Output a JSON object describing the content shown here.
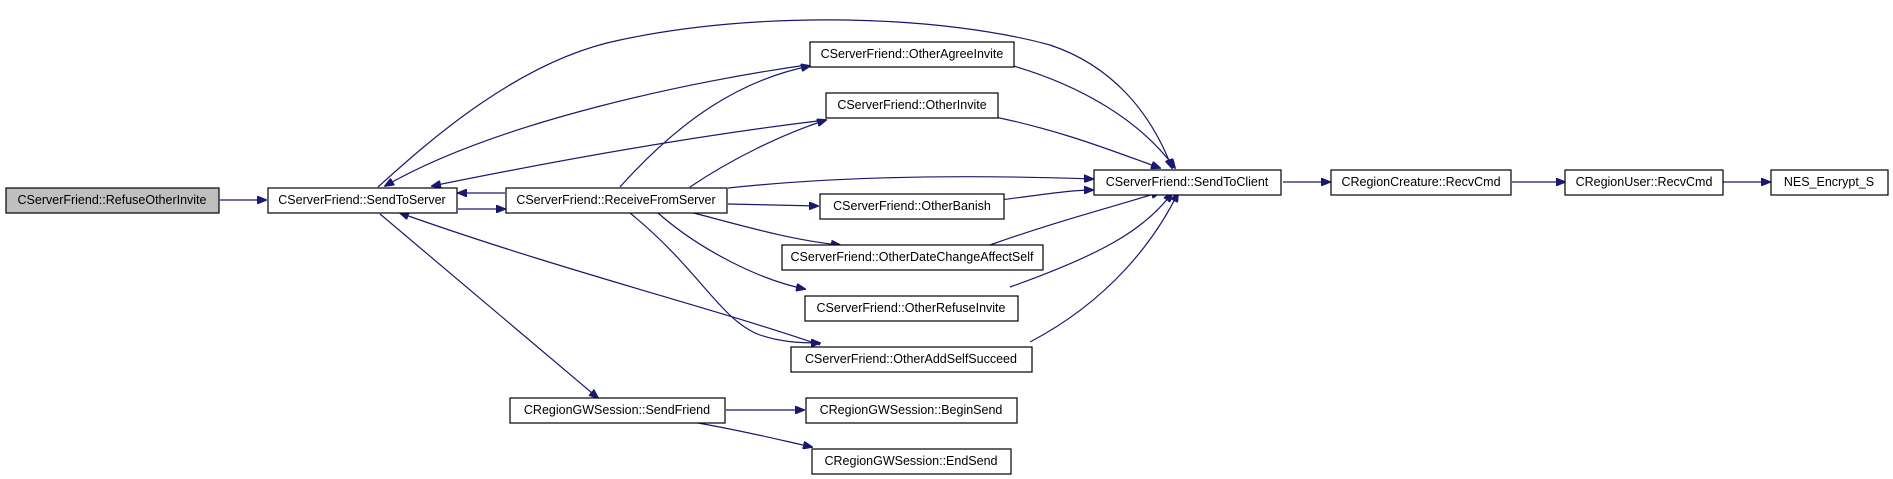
{
  "nodes": {
    "refuse_other_invite": {
      "label": "CServerFriend::RefuseOtherInvite"
    },
    "send_to_server": {
      "label": "CServerFriend::SendToServer"
    },
    "receive_from_server": {
      "label": "CServerFriend::ReceiveFromServer"
    },
    "other_agree_invite": {
      "label": "CServerFriend::OtherAgreeInvite"
    },
    "other_invite": {
      "label": "CServerFriend::OtherInvite"
    },
    "other_banish": {
      "label": "CServerFriend::OtherBanish"
    },
    "other_date_change": {
      "label": "CServerFriend::OtherDateChangeAffectSelf"
    },
    "other_refuse_invite": {
      "label": "CServerFriend::OtherRefuseInvite"
    },
    "other_add_self_succeed": {
      "label": "CServerFriend::OtherAddSelfSucceed"
    },
    "send_to_client": {
      "label": "CServerFriend::SendToClient"
    },
    "region_creature_recv": {
      "label": "CRegionCreature::RecvCmd"
    },
    "region_user_recv": {
      "label": "CRegionUser::RecvCmd"
    },
    "nes_encrypt": {
      "label": "NES_Encrypt_S"
    },
    "gw_send_friend": {
      "label": "CRegionGWSession::SendFriend"
    },
    "gw_begin_send": {
      "label": "CRegionGWSession::BeginSend"
    },
    "gw_end_send": {
      "label": "CRegionGWSession::EndSend"
    }
  },
  "colors": {
    "edge": "#191970",
    "root_fill": "#bfbfbf",
    "node_fill": "#ffffff",
    "node_border": "#000000"
  }
}
